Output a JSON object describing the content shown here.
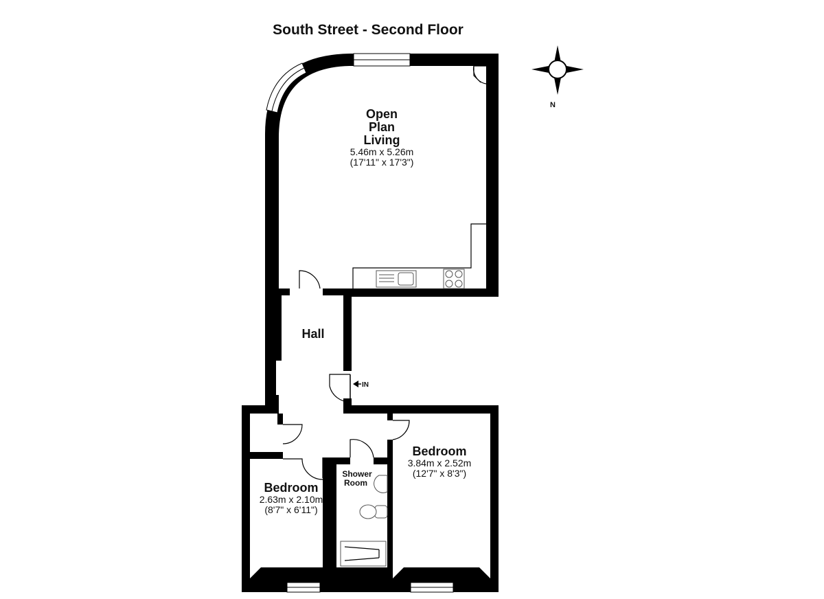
{
  "title": "South Street - Second Floor",
  "compass": {
    "north_label": "N"
  },
  "rooms": {
    "living": {
      "name_line1": "Open",
      "name_line2": "Plan",
      "name_line3": "Living",
      "metric": "5.46m x 5.26m",
      "imperial": "(17'11\" x 17'3\")"
    },
    "hall": {
      "name": "Hall"
    },
    "bedroom_right": {
      "name": "Bedroom",
      "metric": "3.84m x 2.52m",
      "imperial": "(12'7\" x 8'3\")"
    },
    "bedroom_left": {
      "name": "Bedroom",
      "metric": "2.63m x 2.10m",
      "imperial": "(8'7\" x 6'11\")"
    },
    "shower": {
      "name_line1": "Shower",
      "name_line2": "Room"
    }
  },
  "entrance": {
    "label": "IN"
  }
}
